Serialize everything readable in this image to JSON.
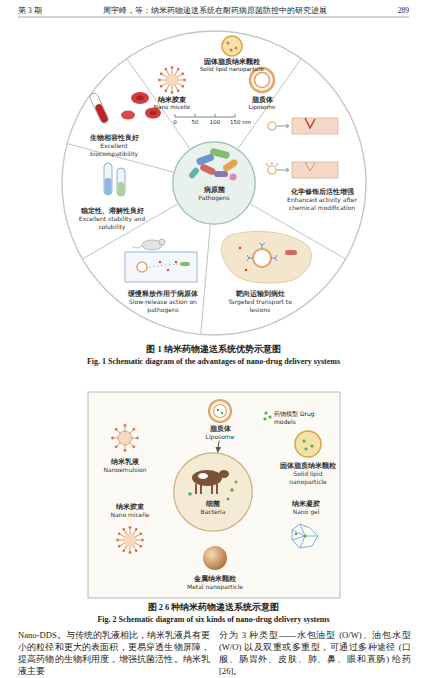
{
  "diagram": {
    "nodes": [
      {
        "text": [
          "生物相容性良好",
          "Excellent biocompatibility"
        ]
      },
      {
        "text": [
          "稳定性、溶解性良好",
          "Excellent stability and solubility"
        ]
      },
      {
        "text": [
          "病原菌",
          "Pathogens"
        ]
      },
      {
        "text": [
          "化学修饰后活性增强",
          "Enhanced activity after chemical modification"
        ]
      },
      {
        "text": [
          "靶向运输到病灶",
          "Targeted transport to lesions"
        ]
      },
      {
        "text": [
          "缓慢释放作用于病原体",
          "Slow-release action on pathogens"
        ]
      },
      {
        "text": [
          "脂质体",
          "Liposome"
        ]
      },
      {
        "text": [
          "纳米乳液",
          "Nanoemulsion"
        ]
      },
      {
        "text": [
          "固体脂质纳米颗粒",
          "Solid lipid nanoparticle"
        ]
      },
      {
        "text": [
          "细菌",
          "Bacteria"
        ]
      },
      {
        "text": [
          "纳米凝胶",
          "Nano gel"
        ]
      },
      {
        "text": [
          "纳米胶束",
          "Nano micelle"
        ]
      },
      {
        "text": [
          "金属纳米颗粒",
          "Metal nanoparticle"
        ]
      }
    ],
    "edges": [
      {
        "from": 6,
        "to": 9,
        "arrow": "to"
      }
    ],
    "labels": [
      "第 3 期",
      "周宇峰，等：纳米药物递送系统在耐药病原菌防控中的研究进展",
      "289",
      "纳米胶束",
      "Nano micelle",
      "固体脂质纳米颗粒",
      "Solid lipid nanoparticle",
      "脂质体",
      "Liposome",
      "0",
      "50",
      "100",
      "150 nm",
      "图 1  纳米药物递送系统优势示意图",
      "Fig. 1  Schematic diagram of the advantages of nano-drug delivery systems",
      "图 2  6 种纳米药物递送系统示意图",
      "Fig. 2  Schematic diagram of six kinds of nano-drug delivery systems",
      "Nano-DDS。与传统的乳液相比，纳米乳液具有更小的粒径和更大的表面积，更易穿透生物屏障，提高药物的生物利用度，增强抗菌活性。纳米乳液主要",
      "分为 3 种类型——水包油型 (O/W)、油包水型 (W/O) 以及双重或多重型，可通过多种途径 (口服、肠胃外、皮肤、肺、鼻、眼和直肠) 给药[26]。"
    ],
    "legend": [
      {
        "text": "药物模型 Drug models"
      }
    ]
  }
}
